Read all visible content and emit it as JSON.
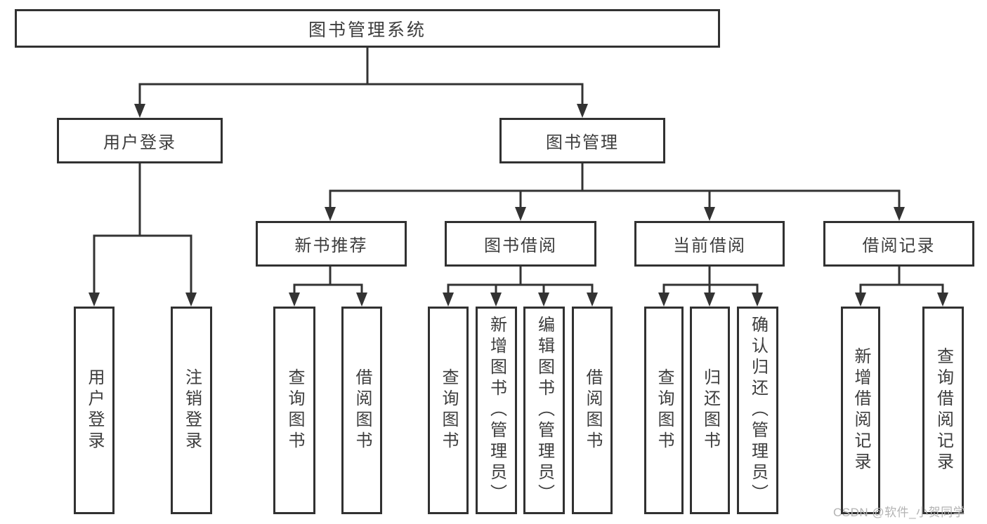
{
  "tree": {
    "root": {
      "label": "图书管理系统"
    },
    "branches": [
      {
        "label": "用户登录",
        "children": [
          {
            "label": "用户登录"
          },
          {
            "label": "注销登录"
          }
        ]
      },
      {
        "label": "图书管理",
        "groups": [
          {
            "label": "新书推荐",
            "children": [
              {
                "label": "查询图书"
              },
              {
                "label": "借阅图书"
              }
            ]
          },
          {
            "label": "图书借阅",
            "children": [
              {
                "label": "查询图书"
              },
              {
                "label": "新增图书（管理员）"
              },
              {
                "label": "编辑图书（管理员）"
              },
              {
                "label": "借阅图书"
              }
            ]
          },
          {
            "label": "当前借阅",
            "children": [
              {
                "label": "查询图书"
              },
              {
                "label": "归还图书"
              },
              {
                "label": "确认归还（管理员）"
              }
            ]
          },
          {
            "label": "借阅记录",
            "children": [
              {
                "label": "新增借阅记录"
              },
              {
                "label": "查询借阅记录"
              }
            ]
          }
        ]
      }
    ]
  },
  "watermark": {
    "text": "CSDN @软件_小贺同学"
  },
  "colors": {
    "line": "#333333",
    "box_border": "#313131",
    "text": "#3d3d3d",
    "watermark": "#b3b3b3",
    "background": "#ffffff"
  }
}
